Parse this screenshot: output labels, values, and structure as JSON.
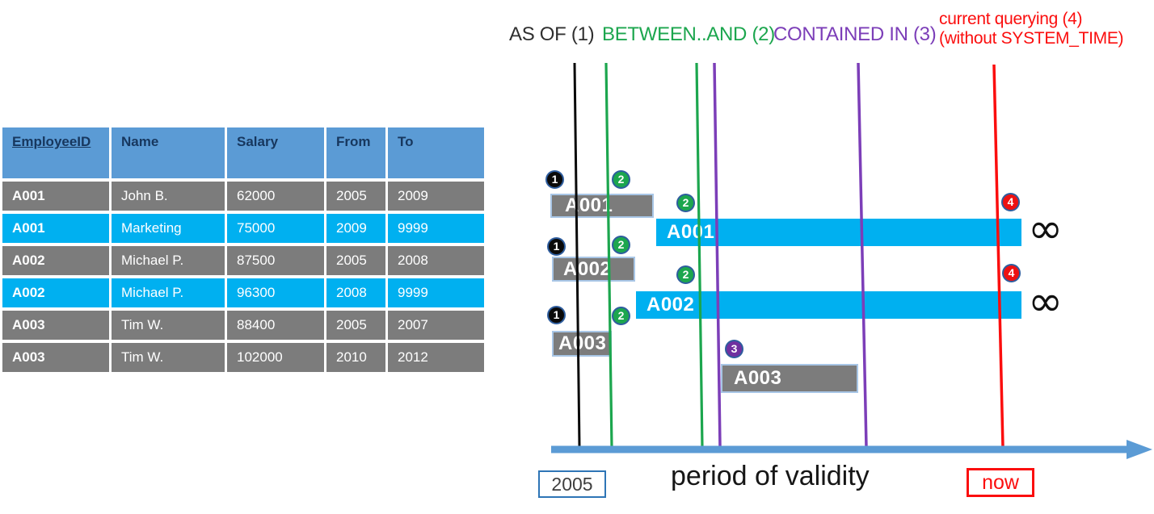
{
  "table": {
    "headers": [
      "EmployeeID",
      "Name",
      "Salary",
      "From",
      "To"
    ],
    "rows": [
      {
        "employee_id": "A001",
        "name": "John B.",
        "salary": "62000",
        "from": "2005",
        "to": "2009"
      },
      {
        "employee_id": "A001",
        "name": "Marketing",
        "salary": "75000",
        "from": "2009",
        "to": "9999"
      },
      {
        "employee_id": "A002",
        "name": "Michael P.",
        "salary": "87500",
        "from": "2005",
        "to": "2008"
      },
      {
        "employee_id": "A002",
        "name": "Michael P.",
        "salary": "96300",
        "from": "2008",
        "to": "9999"
      },
      {
        "employee_id": "A003",
        "name": "Tim W.",
        "salary": "88400",
        "from": "2005",
        "to": "2007"
      },
      {
        "employee_id": "A003",
        "name": "Tim W.",
        "salary": "102000",
        "from": "2010",
        "to": "2012"
      }
    ]
  },
  "legend": {
    "as_of": "AS OF (1)",
    "between_and": "BETWEEN..AND (2)",
    "contained_in": "CONTAINED IN (3)",
    "current_querying_line1": "current querying (4)",
    "current_querying_line2": "(without SYSTEM_TIME)"
  },
  "diagram": {
    "bars": [
      {
        "label": "A001",
        "kind": "history"
      },
      {
        "label": "A001",
        "kind": "current"
      },
      {
        "label": "A002",
        "kind": "history"
      },
      {
        "label": "A002",
        "kind": "current"
      },
      {
        "label": "A003",
        "kind": "history"
      },
      {
        "label": "A003",
        "kind": "history"
      }
    ],
    "badges": [
      "1",
      "2",
      "2",
      "1",
      "2",
      "2",
      "1",
      "2",
      "3",
      "4",
      "4"
    ],
    "infinity_symbol": "∞",
    "axis": {
      "start_label": "2005",
      "axis_label": "period of validity",
      "end_label": "now"
    }
  },
  "colors": {
    "header_blue": "#5B9BD5",
    "header_text_navy": "#17375E",
    "history_gray": "#7C7C7C",
    "current_cyan": "#00B0F0",
    "black_line": "#0A0A0A",
    "green": "#1CA64E",
    "purple": "#7C3EB8",
    "red": "#FB0E0E",
    "timeline_blue": "#5B9BD5"
  }
}
